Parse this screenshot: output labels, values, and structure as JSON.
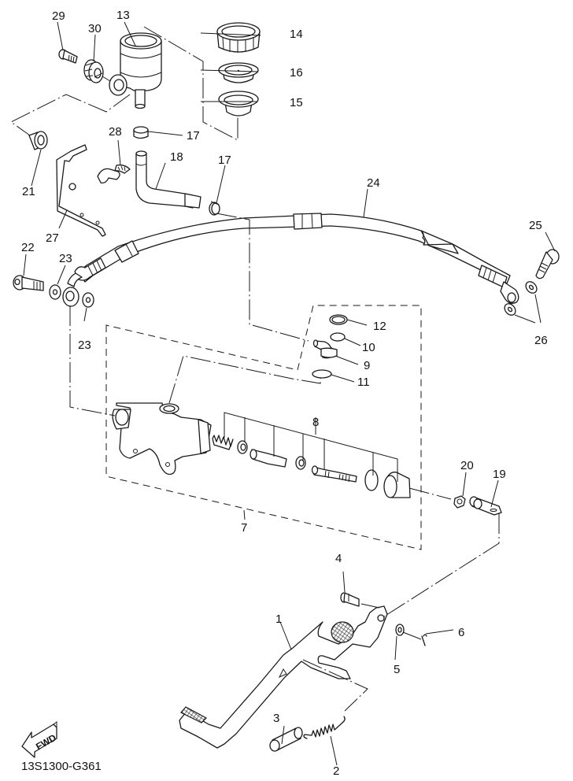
{
  "diagram": {
    "type": "exploded-parts-diagram",
    "subject": "rear brake master cylinder and brake pedal assembly",
    "drawing_code": "13S1300-G361",
    "direction_marker": "FWD",
    "colors": {
      "line": "#1a1a1a",
      "background": "#ffffff"
    }
  },
  "callouts": [
    {
      "id": "c1",
      "label": "1",
      "part": "brake pedal"
    },
    {
      "id": "c2",
      "label": "2",
      "part": "return spring"
    },
    {
      "id": "c3",
      "label": "3",
      "part": "collar"
    },
    {
      "id": "c4",
      "label": "4",
      "part": "pin"
    },
    {
      "id": "c5",
      "label": "5",
      "part": "washer"
    },
    {
      "id": "c6",
      "label": "6",
      "part": "cotter pin"
    },
    {
      "id": "c7",
      "label": "7",
      "part": "master cylinder assembly"
    },
    {
      "id": "c8",
      "label": "8",
      "part": "master cylinder kit"
    },
    {
      "id": "c9",
      "label": "9",
      "part": "hose joint"
    },
    {
      "id": "c10",
      "label": "10",
      "part": "circlip"
    },
    {
      "id": "c11",
      "label": "11",
      "part": "o-ring"
    },
    {
      "id": "c12",
      "label": "12",
      "part": "cap"
    },
    {
      "id": "c13",
      "label": "13",
      "part": "reservoir tank"
    },
    {
      "id": "c14",
      "label": "14",
      "part": "reservoir cap"
    },
    {
      "id": "c15",
      "label": "15",
      "part": "diaphragm"
    },
    {
      "id": "c16",
      "label": "16",
      "part": "plate"
    },
    {
      "id": "c17a",
      "label": "17",
      "part": "hose clip (upper)"
    },
    {
      "id": "c17b",
      "label": "17",
      "part": "hose clip (lower)"
    },
    {
      "id": "c18",
      "label": "18",
      "part": "reservoir hose"
    },
    {
      "id": "c19",
      "label": "19",
      "part": "joint"
    },
    {
      "id": "c20",
      "label": "20",
      "part": "nut"
    },
    {
      "id": "c21",
      "label": "21",
      "part": "collar"
    },
    {
      "id": "c22",
      "label": "22",
      "part": "union bolt"
    },
    {
      "id": "c23a",
      "label": "23",
      "part": "gasket (left)"
    },
    {
      "id": "c23b",
      "label": "23",
      "part": "gasket (right)"
    },
    {
      "id": "c24",
      "label": "24",
      "part": "brake hose"
    },
    {
      "id": "c25",
      "label": "25",
      "part": "union bolt"
    },
    {
      "id": "c26",
      "label": "26",
      "part": "gasket"
    },
    {
      "id": "c27",
      "label": "27",
      "part": "bracket"
    },
    {
      "id": "c28",
      "label": "28",
      "part": "hose holder"
    },
    {
      "id": "c29",
      "label": "29",
      "part": "bolt"
    },
    {
      "id": "c30",
      "label": "30",
      "part": "damper"
    }
  ]
}
